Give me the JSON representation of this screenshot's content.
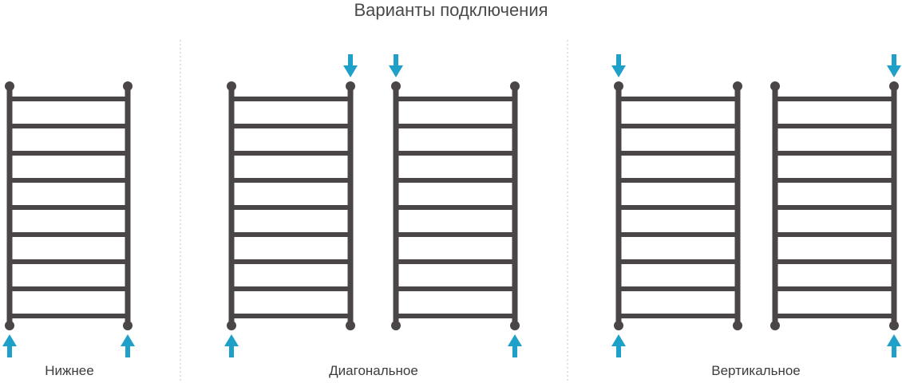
{
  "title": "Варианты подключения",
  "colors": {
    "rail": "#4a4546",
    "arrow": "#1ea0c8",
    "divider": "#d8d8d8"
  },
  "rungs_per_towel": 9,
  "groups": [
    {
      "label": "Нижнее",
      "towels": [
        {
          "inlets": [
            "bottom-left-up",
            "bottom-right-up"
          ]
        }
      ]
    },
    {
      "label": "Диагональное",
      "towels": [
        {
          "inlets": [
            "top-right-down",
            "bottom-left-up"
          ]
        },
        {
          "inlets": [
            "top-left-down",
            "bottom-right-up"
          ]
        }
      ]
    },
    {
      "label": "Вертикальное",
      "towels": [
        {
          "inlets": [
            "top-left-down",
            "bottom-left-up"
          ]
        },
        {
          "inlets": [
            "top-right-down",
            "bottom-right-up"
          ]
        }
      ]
    }
  ]
}
